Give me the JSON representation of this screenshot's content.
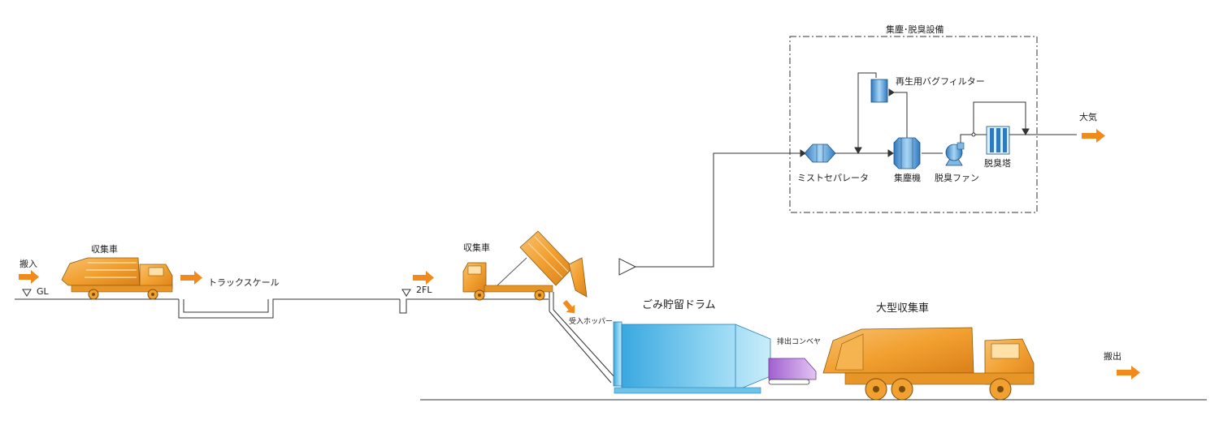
{
  "labels": {
    "inbound": "搬入",
    "gl": "GL",
    "collection_truck_1": "収集車",
    "truck_scale": "トラックスケール",
    "collection_truck_2": "収集車",
    "floor_2fl": "2FL",
    "receiving_hopper": "受入ホッパー",
    "storage_drum": "ごみ貯留ドラム",
    "discharge_conveyor": "排出コンベヤ",
    "large_truck": "大型収集車",
    "outbound": "搬出",
    "dust_deodor_equipment": "集塵･脱臭設備",
    "bag_filter": "再生用バグフィルター",
    "mist_separator": "ミストセパレータ",
    "dust_collector": "集塵機",
    "deodor_fan": "脱臭ファン",
    "deodor_tower": "脱臭塔",
    "atmosphere": "大気"
  },
  "colors": {
    "arrow_orange": "#f08a1c",
    "truck_orange": "#f2a030",
    "drum_blue": "#4fb8e8",
    "conveyor_purple": "#b37ad6",
    "line": "#333333"
  }
}
